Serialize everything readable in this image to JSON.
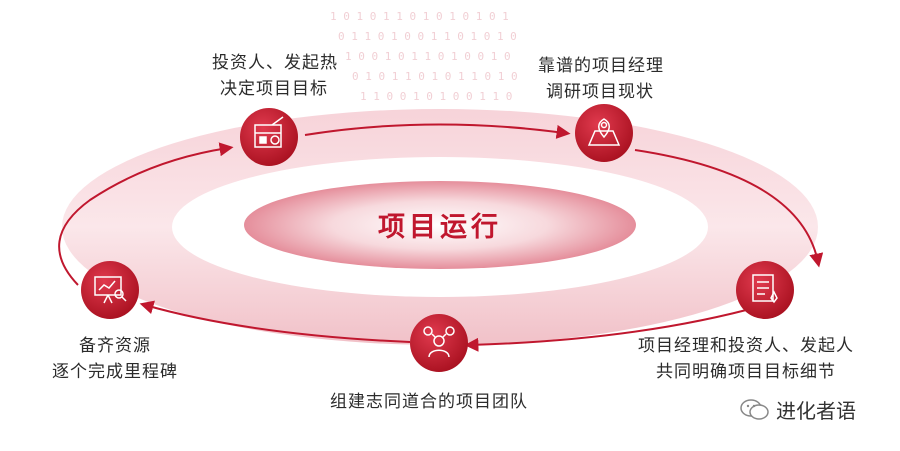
{
  "center_label": "项目运行",
  "steps": [
    {
      "line1": "投资人、发起热",
      "line2": "决定项目目标",
      "icon": "blueprint-icon"
    },
    {
      "line1": "靠谱的项目经理",
      "line2": "调研项目现状",
      "icon": "map-pin-icon"
    },
    {
      "line1": "项目经理和投资人、发起人",
      "line2": "共同明确项目目标细节",
      "icon": "checklist-icon"
    },
    {
      "line1": "组建志同道合的项目团队",
      "line2": "",
      "icon": "team-icon"
    },
    {
      "line1": "备齐资源",
      "line2": "逐个完成里程碑",
      "icon": "presentation-chart-icon"
    }
  ],
  "watermark": "进化者语",
  "colors": {
    "accent": "#c0172e",
    "ring": "#f2c9cf"
  }
}
